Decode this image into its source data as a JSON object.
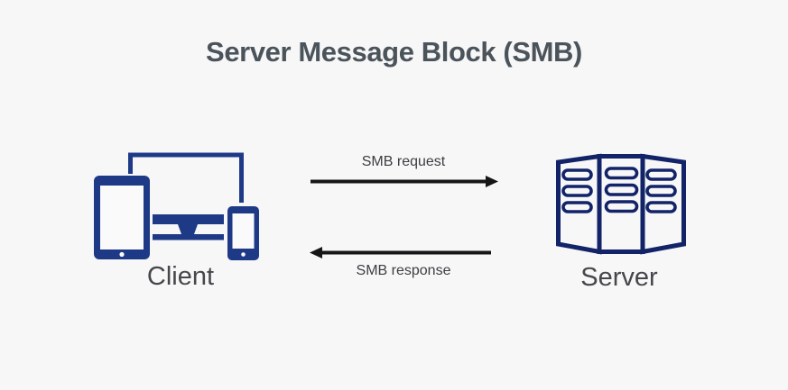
{
  "title": "Server Message Block (SMB)",
  "nodes": {
    "client": {
      "label": "Client",
      "icon": "client-devices-icon"
    },
    "server": {
      "label": "Server",
      "icon": "server-rack-icon"
    }
  },
  "messages": {
    "request": {
      "label": "SMB request",
      "direction": "client-to-server"
    },
    "response": {
      "label": "SMB response",
      "direction": "server-to-client"
    }
  },
  "colors": {
    "background": "#f7f7f8",
    "client_blue": "#1e3a87",
    "server_navy": "#122368",
    "device_screen": "#fafafb",
    "arrow_black": "#161616",
    "title_gray": "#4b545b",
    "node_label_gray": "#46474b",
    "arrow_label_gray": "#3d3e41"
  }
}
